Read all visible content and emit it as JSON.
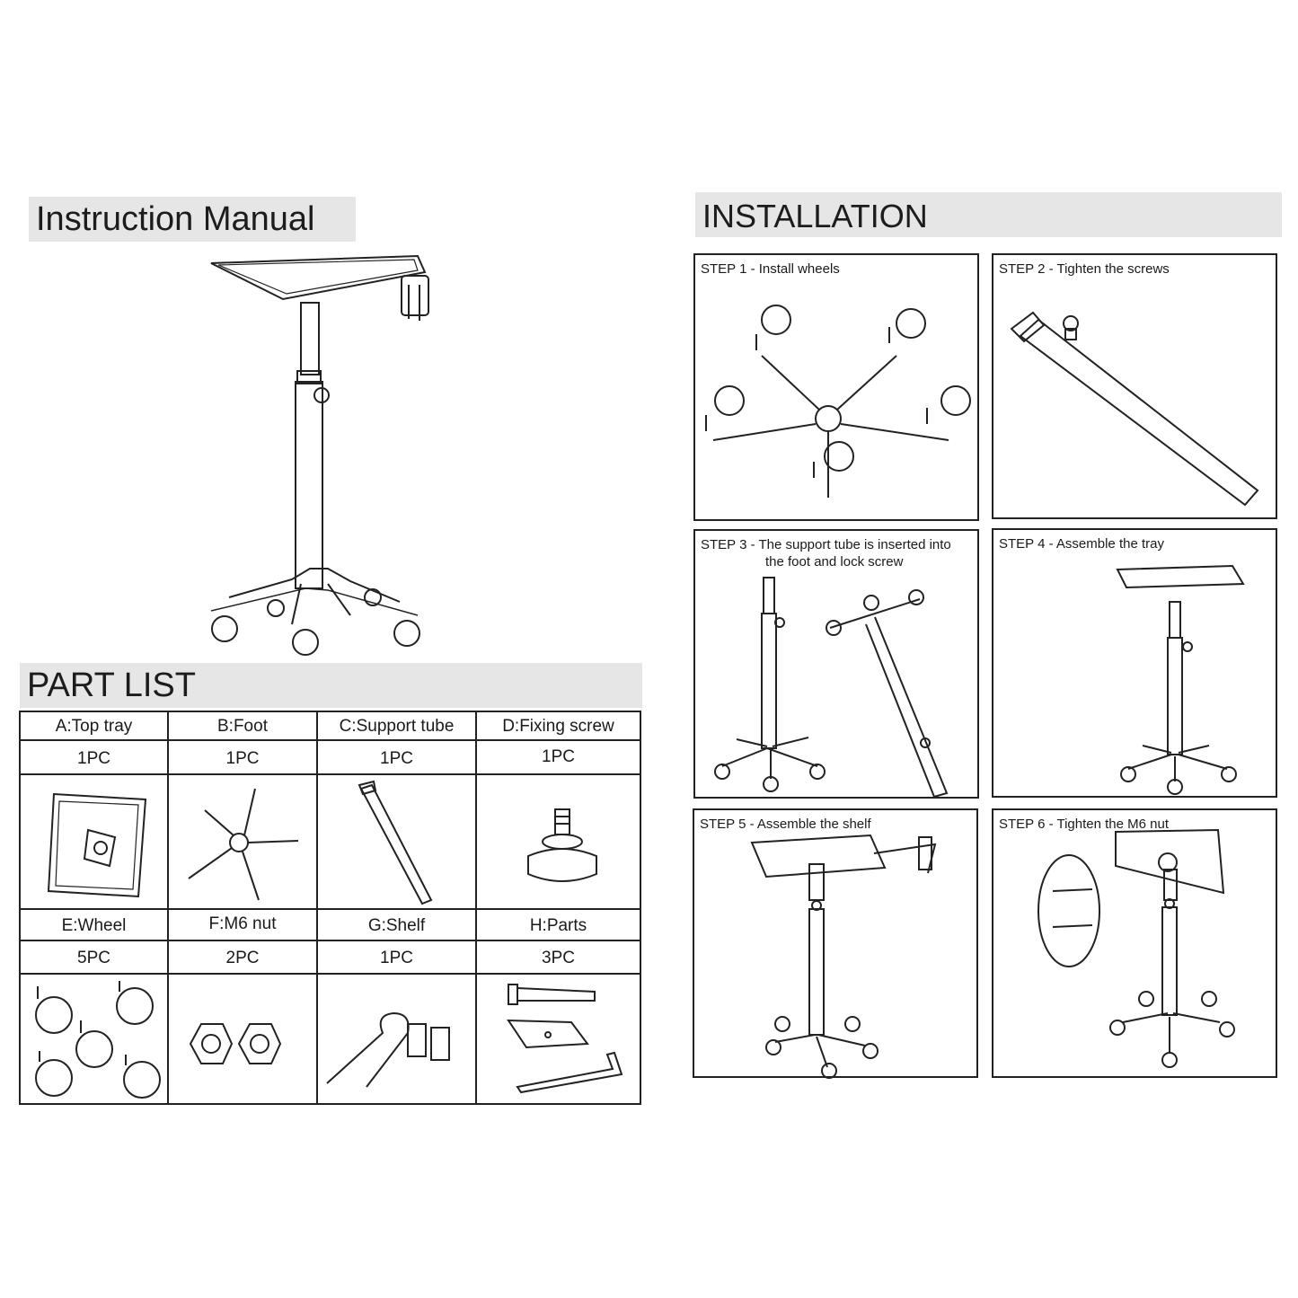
{
  "manual": {
    "title": "Instruction Manual"
  },
  "installation": {
    "title": "INSTALLATION",
    "steps": [
      {
        "label": "STEP 1 - Install wheels"
      },
      {
        "label": "STEP 2 - Tighten the screws"
      },
      {
        "label": "STEP 3 - The support tube is inserted into",
        "label_line2": "the foot and lock screw"
      },
      {
        "label": "STEP 4 - Assemble the tray"
      },
      {
        "label": "STEP 5 - Assemble the shelf"
      },
      {
        "label": "STEP 6 - Tighten the M6 nut"
      }
    ]
  },
  "part_list": {
    "title": "PART LIST",
    "parts": [
      {
        "name": "A:Top tray",
        "qty": "1PC",
        "icon": "top-tray-icon"
      },
      {
        "name": "B:Foot",
        "qty": "1PC",
        "icon": "foot-icon"
      },
      {
        "name": "C:Support tube",
        "qty": "1PC",
        "icon": "support-tube-icon"
      },
      {
        "name": "D:Fixing screw",
        "qty": "1PC",
        "icon": "fixing-screw-icon"
      },
      {
        "name": "E:Wheel",
        "qty": "5PC",
        "icon": "wheel-icon"
      },
      {
        "name": "F:M6 nut",
        "qty": "2PC",
        "icon": "nut-icon"
      },
      {
        "name": "G:Shelf",
        "qty": "1PC",
        "icon": "shelf-icon"
      },
      {
        "name": "H:Parts",
        "qty": "3PC",
        "icon": "parts-icon"
      }
    ]
  }
}
